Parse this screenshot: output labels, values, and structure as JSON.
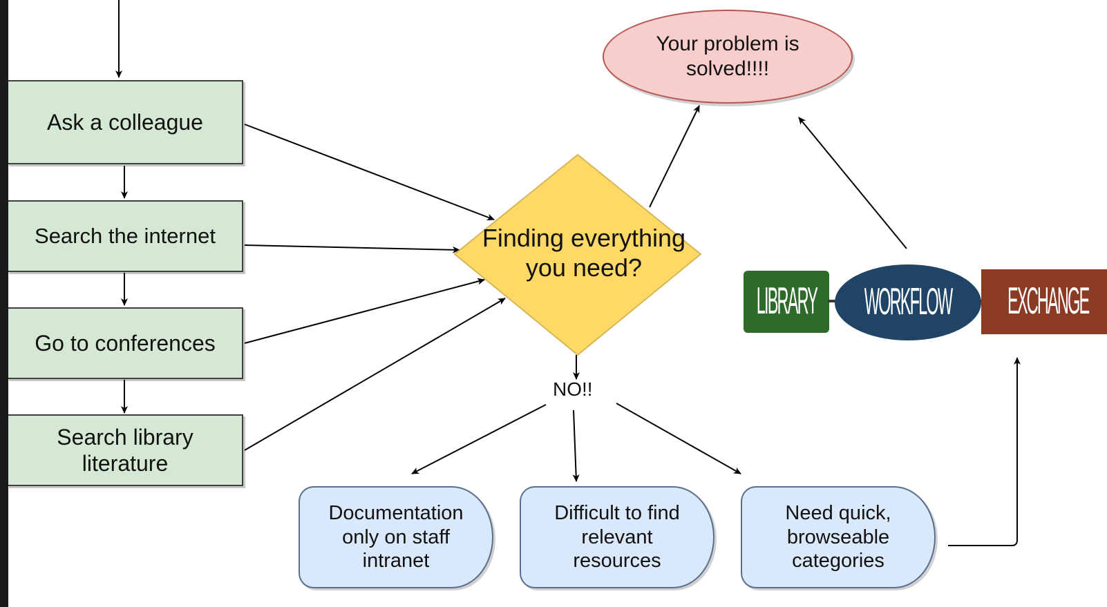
{
  "colors": {
    "green_fill": "#d5e8d4",
    "blue_fill": "#dae8fc",
    "pink_fill": "#f8cecc",
    "diamond_fill": "#ffd966",
    "logo_library": "#2e6b2a",
    "logo_workflow": "#1f4466",
    "logo_exchange": "#8b3a24"
  },
  "left_steps": [
    {
      "label": "Ask a colleague"
    },
    {
      "label": "Search the internet"
    },
    {
      "label": "Go to conferences"
    },
    {
      "label": "Search library literature"
    }
  ],
  "decision": {
    "label": "Finding everything you need?"
  },
  "no_label": "NO!!",
  "outcome": {
    "label": "Your problem is solved!!!!"
  },
  "problems": [
    {
      "label": "Documentation only on staff intranet"
    },
    {
      "label": "Difficult to find relevant resources"
    },
    {
      "label": "Need quick, browseable categories"
    }
  ],
  "logo": {
    "part1": "LIBRARY",
    "part2": "WORKFLOW",
    "part3": "EXCHANGE"
  }
}
